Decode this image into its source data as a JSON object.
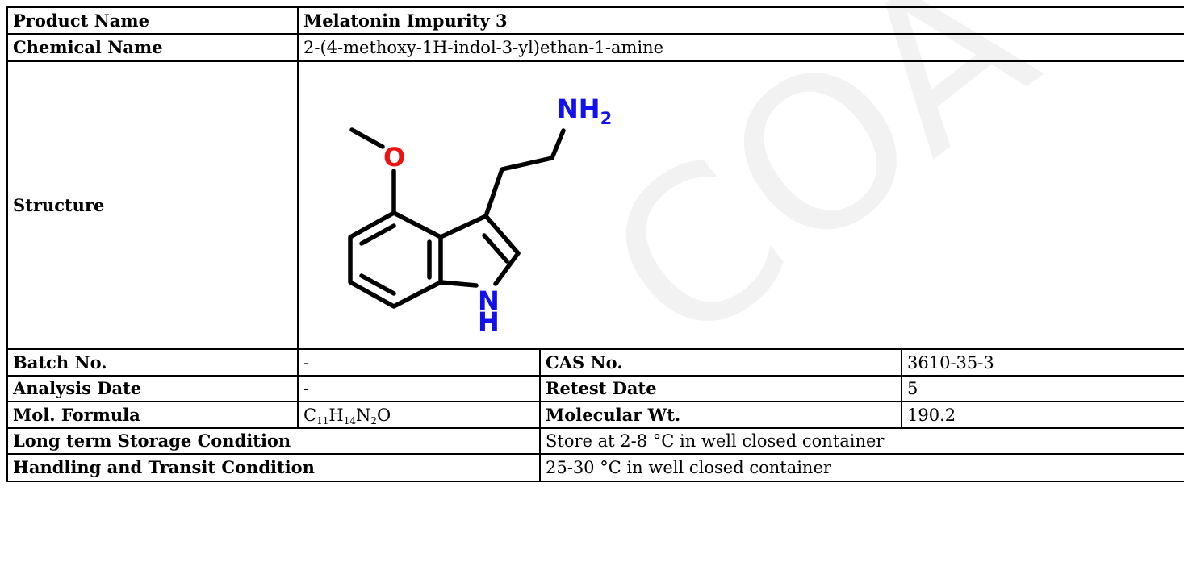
{
  "rows": {
    "product_name": {
      "label": "Product Name",
      "value": "Melatonin Impurity 3"
    },
    "chemical_name": {
      "label": "Chemical Name",
      "value": "2-(4-methoxy-1H-indol-3-yl)ethan-1-amine"
    },
    "structure": {
      "label": "Structure",
      "atoms": {
        "oxygen": "O",
        "amine_n": "NH",
        "amine_sub": "2",
        "ring_n": "N",
        "ring_h": "H"
      }
    },
    "batch_no": {
      "label": "Batch No.",
      "value": "-"
    },
    "cas_no": {
      "label": "CAS No.",
      "value": "3610-35-3"
    },
    "analysis_date": {
      "label": "Analysis Date",
      "value": "-"
    },
    "retest_date": {
      "label": "Retest Date",
      "value": "5"
    },
    "mol_formula": {
      "label": "Mol. Formula",
      "parts": [
        {
          "el": "C",
          "n": "11"
        },
        {
          "el": "H",
          "n": "14"
        },
        {
          "el": "N",
          "n": "2"
        },
        {
          "el": "O",
          "n": ""
        }
      ]
    },
    "molecular_wt": {
      "label": "Molecular Wt.",
      "value": "190.2"
    },
    "storage": {
      "label": "Long term Storage Condition",
      "value": "Store at 2-8 °C in well closed container"
    },
    "handling": {
      "label": "Handling and Transit Condition",
      "value": "25-30 °C in well closed container"
    }
  },
  "watermark": {
    "text": "COA"
  },
  "colors": {
    "oxygen": "#ee1111",
    "nitrogen": "#1111ee",
    "border": "#000000"
  }
}
